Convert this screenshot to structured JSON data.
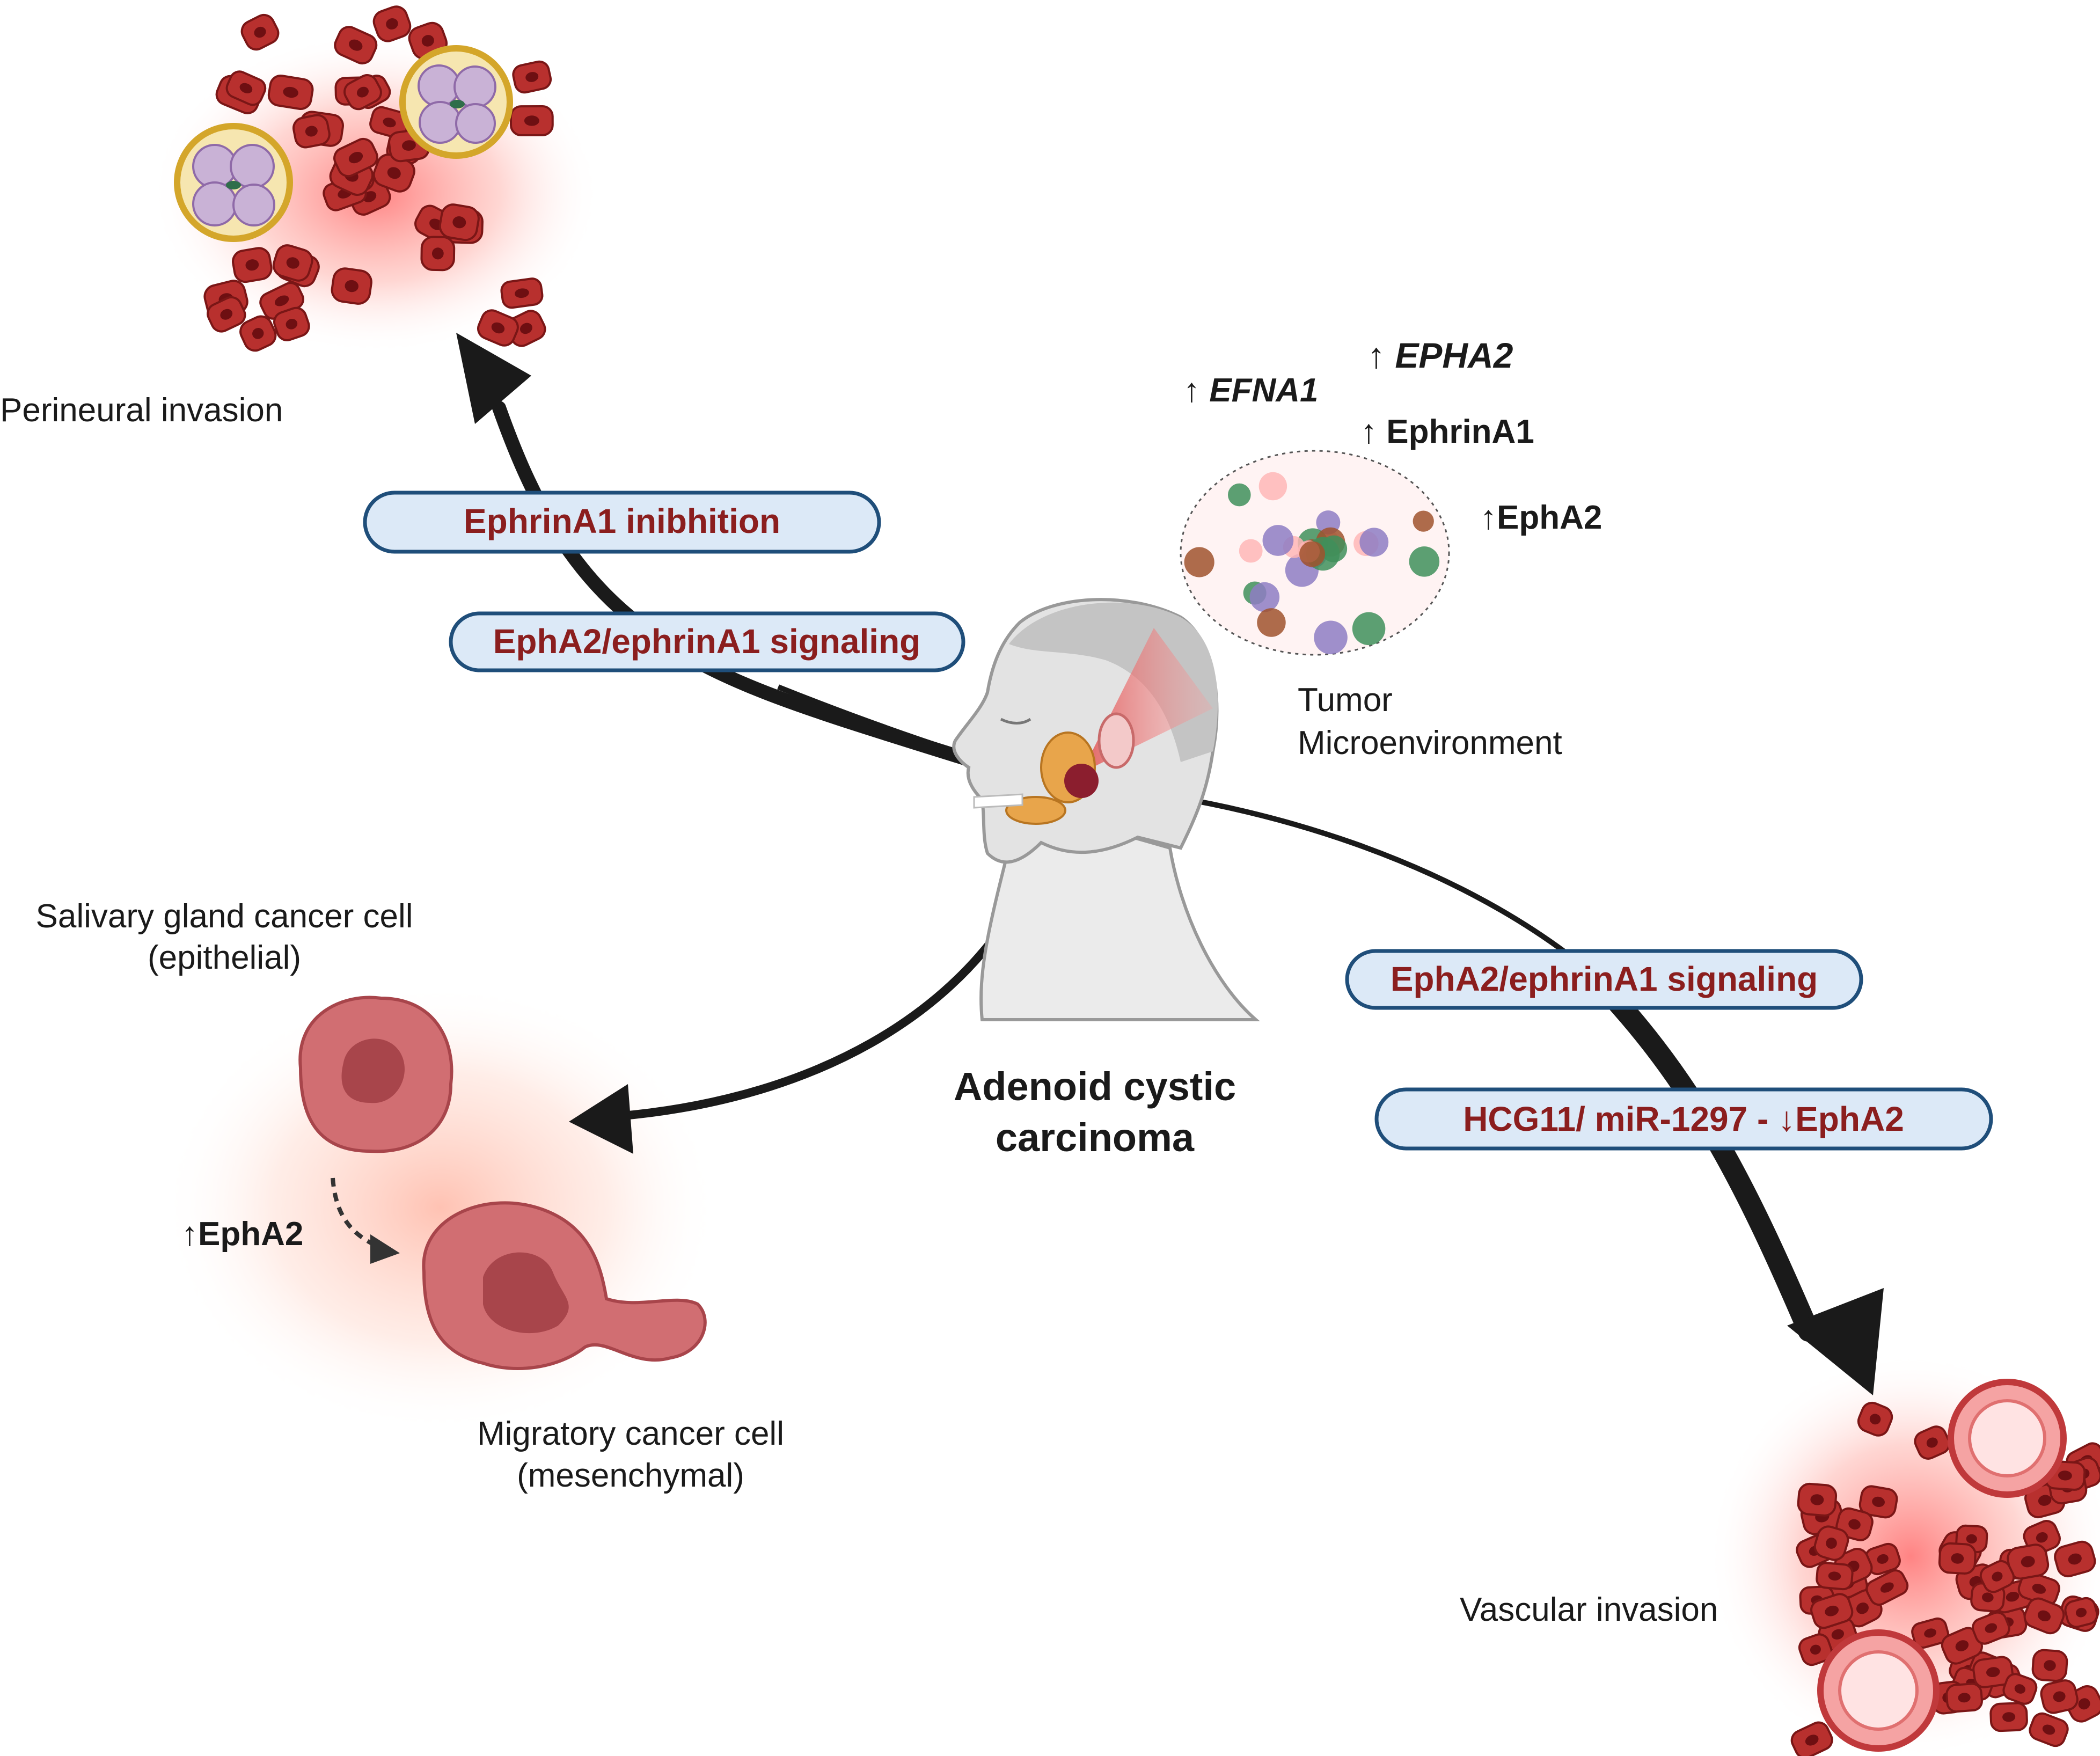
{
  "colors": {
    "pill_fill": "#dce9f7",
    "pill_stroke": "#1f4e7a",
    "pill_text": "#8b1e1e",
    "cell_fill": "#b8302e",
    "cell_stroke": "#7a1616",
    "glow": "#ff6b6b",
    "arrow": "#1a1a1a",
    "nerve_ring": "#d4a62a",
    "nerve_fill": "#f6e6b0",
    "fascicle": "#c9b2d6",
    "vessel": "#f5a3a3",
    "skin": "#e3e3e3",
    "hair": "#c4c4c4",
    "gland": "#e8a54b",
    "emt_cell": "#d16e72",
    "emt_nucleus": "#a8454b"
  },
  "labels": {
    "perineural": "Perineural invasion",
    "vascular": "Vascular invasion",
    "tme_line1": "Tumor",
    "tme_line2": "Microenvironment",
    "epithelial_line1": "Salivary gland cancer cell",
    "epithelial_line2": "(epithelial)",
    "mesenchymal_line1": "Migratory cancer cell",
    "mesenchymal_line2": "(mesenchymal)",
    "acc_line1": "Adenoid cystic",
    "acc_line2": "carcinoma"
  },
  "markers": {
    "epha2_gene": "↑ EPHA2",
    "efna1_gene": "↑ EFNA1",
    "ephrina1_protein": "↑ EphrinA1",
    "epha2_protein": "↑EphA2",
    "emt_epha2": "↑EphA2"
  },
  "pills": {
    "ephrina1_inhibition": "EphrinA1 inibhition",
    "signaling_upper": "EphA2/ephrinA1 signaling",
    "signaling_lower": "EphA2/ephrinA1 signaling",
    "hcg11": "HCG11/ miR-1297  - ↓EphA2"
  },
  "icons": {
    "head": "human-head-profile-icon",
    "nerve": "nerve-bundle-icon",
    "vessel": "blood-vessel-icon",
    "tme": "tumor-microenvironment-icon"
  }
}
